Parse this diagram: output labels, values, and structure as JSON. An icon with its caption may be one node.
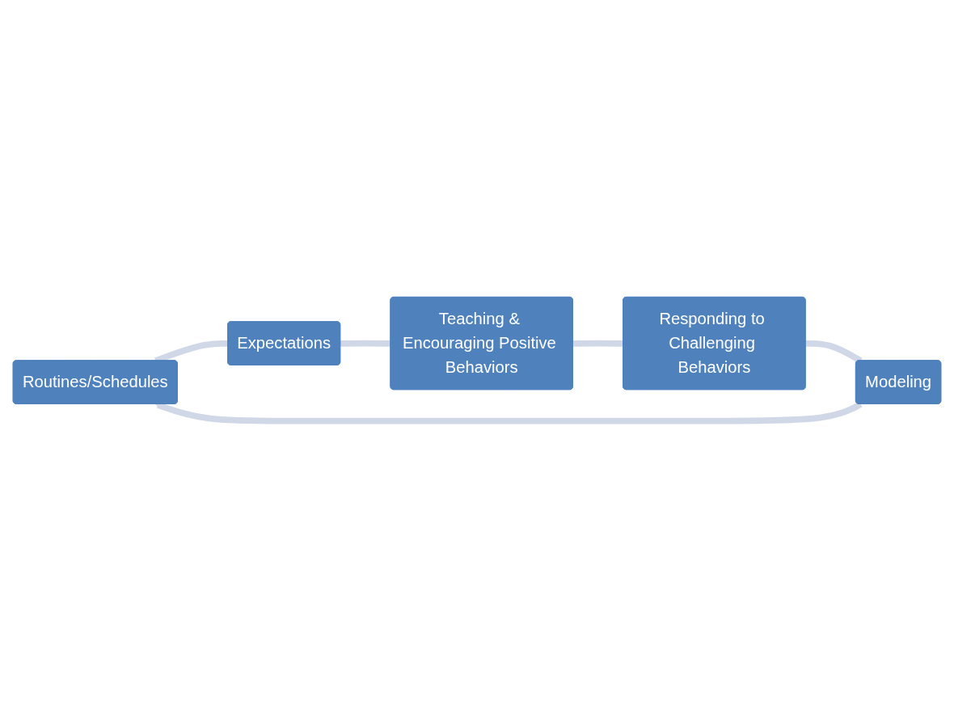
{
  "diagram": {
    "nodes": [
      {
        "text": [
          "Routines/Schedules"
        ]
      },
      {
        "text": [
          "Expectations"
        ]
      },
      {
        "text": [
          "Teaching & Encouraging Positive Behaviors"
        ]
      },
      {
        "text": [
          "Responding to Challenging Behaviors"
        ]
      },
      {
        "text": [
          "Modeling"
        ]
      }
    ],
    "edges": [
      {
        "from": 0,
        "to": 1,
        "arrow": "none"
      },
      {
        "from": 1,
        "to": 2,
        "arrow": "none"
      },
      {
        "from": 2,
        "to": 3,
        "arrow": "none"
      },
      {
        "from": 3,
        "to": 4,
        "arrow": "none"
      },
      {
        "from": 4,
        "to": 0,
        "arrow": "to"
      }
    ]
  }
}
